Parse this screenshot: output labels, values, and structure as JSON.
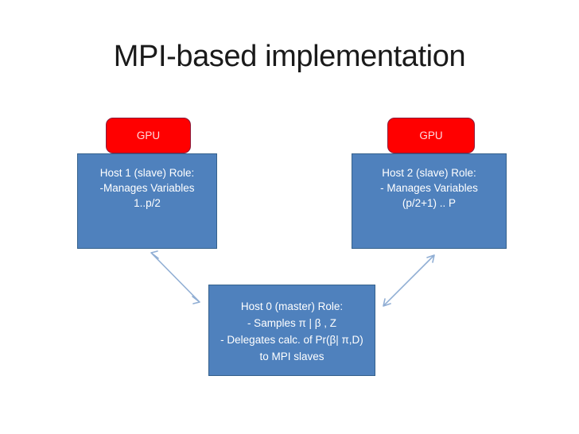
{
  "slide": {
    "title": "MPI-based implementation",
    "background_color": "#ffffff",
    "title_color": "#1a1a1a"
  },
  "theme": {
    "host_fill": "#4f81bd",
    "host_border": "#35618c",
    "host_text": "#ffffff",
    "gpu_fill": "#ff0000",
    "gpu_text": "#ffd9de",
    "arrow_color": "#90aed4"
  },
  "nodes": {
    "host1": {
      "gpu_label": "GPU",
      "lines": [
        "Host 1 (slave) Role:",
        "-Manages Variables",
        "1..p/2"
      ]
    },
    "host2": {
      "gpu_label": "GPU",
      "lines": [
        "Host 2 (slave) Role:",
        "- Manages Variables",
        "(p/2+1) .. P"
      ]
    },
    "host0": {
      "lines": [
        "Host  0 (master) Role:",
        "- Samples π | β , Z",
        "- Delegates calc. of Pr(β| π,D)",
        "to MPI slaves"
      ]
    }
  },
  "connectors": [
    {
      "name": "host0-host1",
      "style": "double-headed",
      "from": "host0",
      "to": "host1"
    },
    {
      "name": "host0-host2",
      "style": "double-headed",
      "from": "host0",
      "to": "host2"
    }
  ]
}
